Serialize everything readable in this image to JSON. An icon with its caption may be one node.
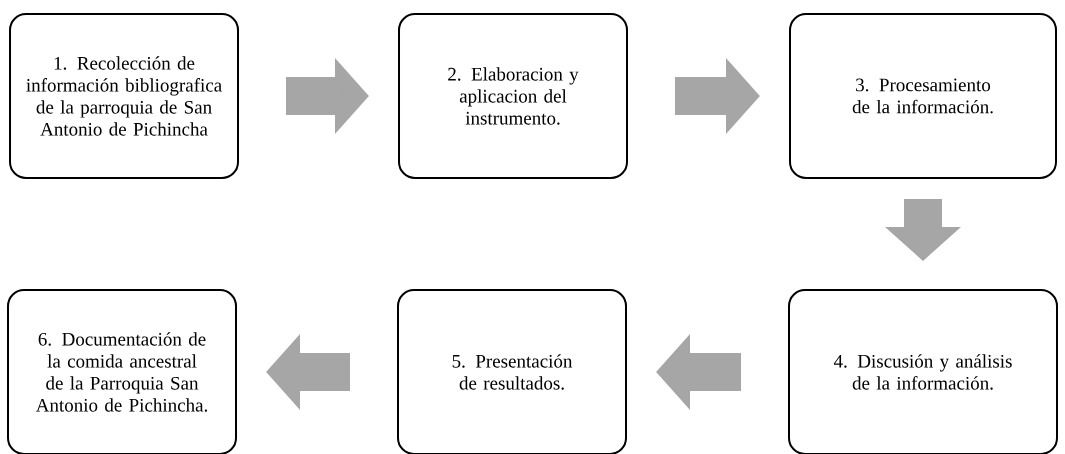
{
  "diagram": {
    "nodes": [
      {
        "text": [
          "1. Recolección de información bibliografica de la parroquia de San Antonio de Pichincha"
        ]
      },
      {
        "text": [
          "2. Elaboracion y aplicacion del instrumento."
        ]
      },
      {
        "text": [
          "3. Procesamiento de la información."
        ]
      },
      {
        "text": [
          "4. Discusión y análisis de la información."
        ]
      },
      {
        "text": [
          "5. Presentación de resultados."
        ]
      },
      {
        "text": [
          "6. Documentación de la comida ancestral de la Parroquia San Antonio de Pichincha."
        ]
      }
    ],
    "edges": [
      {
        "from": 0,
        "to": 1,
        "arrow": "to"
      },
      {
        "from": 1,
        "to": 2,
        "arrow": "to"
      },
      {
        "from": 2,
        "to": 3,
        "arrow": "to"
      },
      {
        "from": 3,
        "to": 4,
        "arrow": "to"
      },
      {
        "from": 4,
        "to": 5,
        "arrow": "to"
      }
    ]
  }
}
